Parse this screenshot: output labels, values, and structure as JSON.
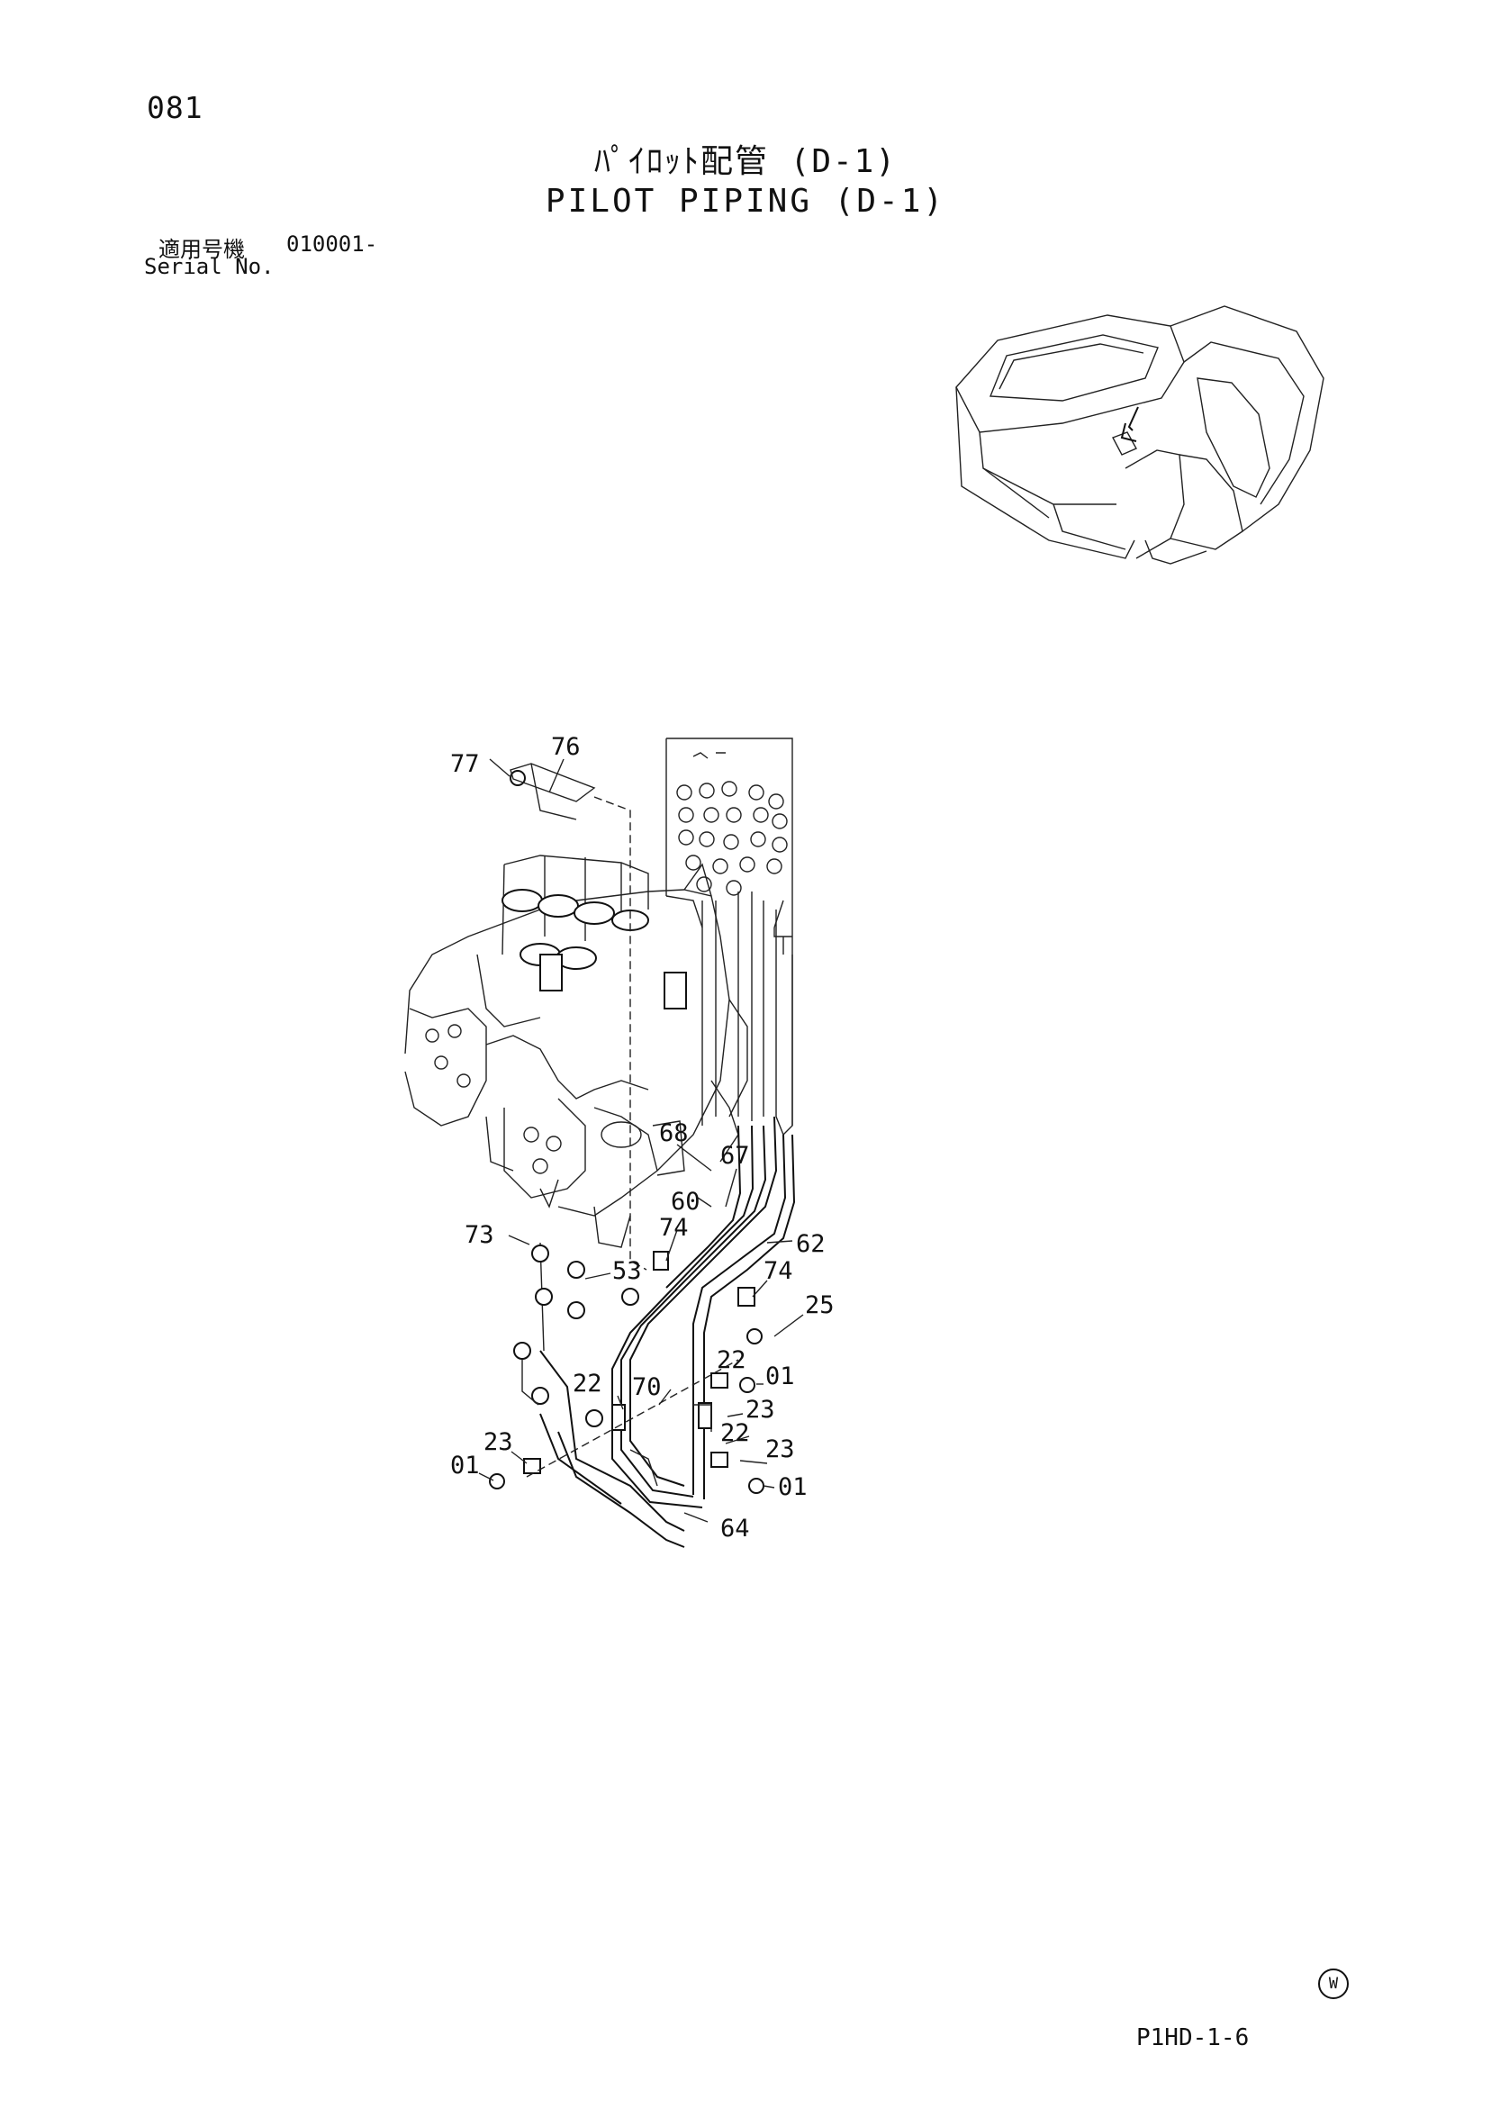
{
  "header": {
    "page_number": "081",
    "title_jp": "ﾊﾟｲﾛｯﾄ配管 (D-1)",
    "title_en": "PILOT PIPING (D-1)",
    "serial_label_jp": "適用号機",
    "serial_value": "010001-",
    "serial_label_en": "Serial No."
  },
  "diagram": {
    "callouts": [
      "77",
      "76",
      "68",
      "67",
      "60",
      "74",
      "62",
      "73",
      "53",
      "74",
      "25",
      "22",
      "01",
      "22",
      "70",
      "23",
      "22",
      "23",
      "23",
      "01",
      "01",
      "64"
    ]
  },
  "footer": {
    "mark": "W",
    "page_code": "P1HD-1-6"
  }
}
